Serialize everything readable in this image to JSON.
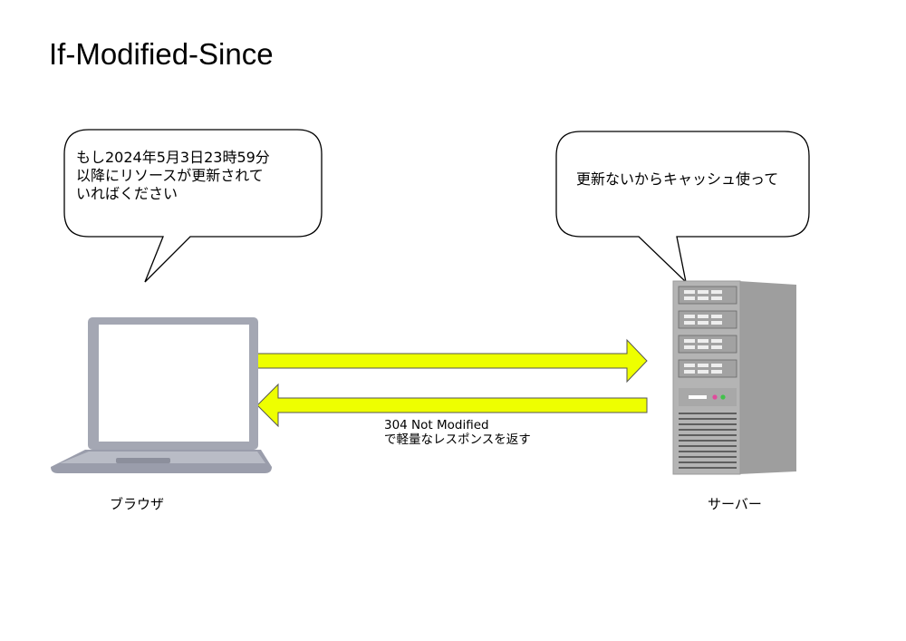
{
  "title": "If-Modified-Since",
  "client": {
    "label": "ブラウザ",
    "bubble": "もし2024年5月3日23時59分\n以降にリソースが更新されて\nいればください"
  },
  "server": {
    "label": "サーバー",
    "bubble": "更新ないからキャッシュ使って"
  },
  "response": {
    "label": "304 Not Modified\nで軽量なレスポンスを返す"
  },
  "colors": {
    "arrow_fill": "#eeff00",
    "laptop_body": "#a4a7b3",
    "server_body": "#b4b4b4"
  },
  "icons": [
    "laptop-icon",
    "server-icon"
  ]
}
